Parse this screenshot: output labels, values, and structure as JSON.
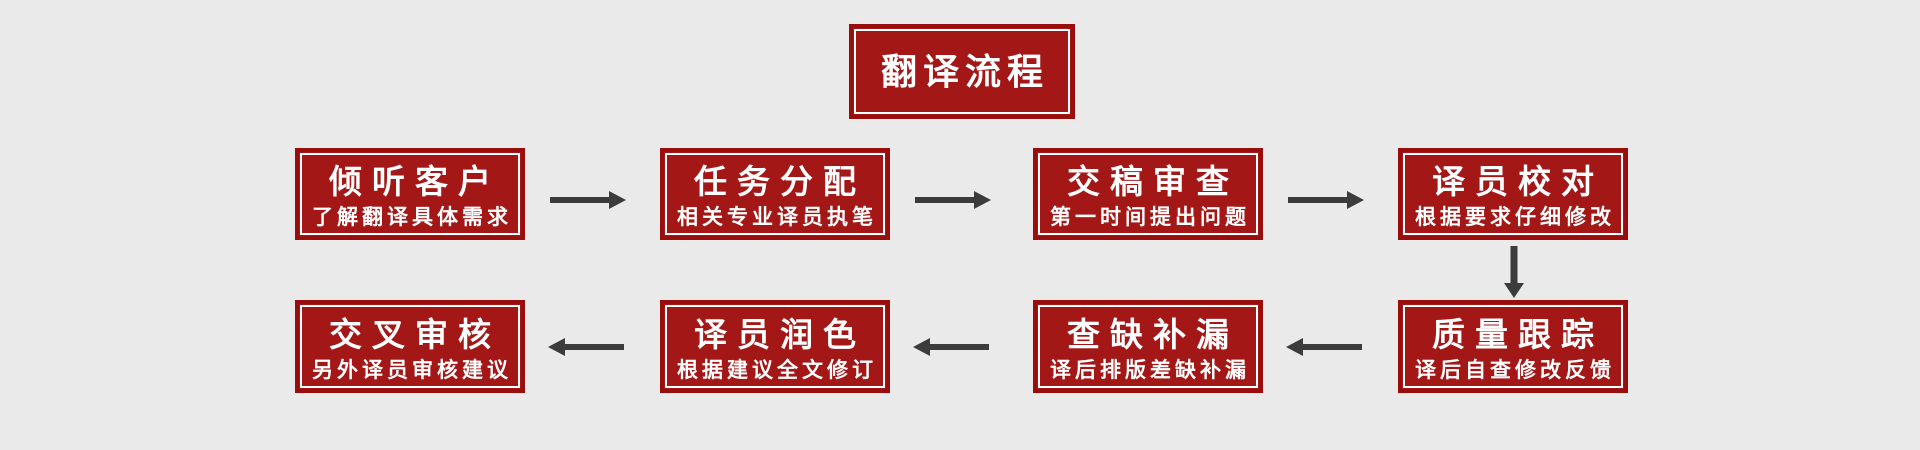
{
  "page": {
    "background": "#eaeaea",
    "description": "translation workflow flowchart banner"
  },
  "colors": {
    "box_fill": "#a31717",
    "box_border": "#990d0d",
    "box_text": "#ffffff",
    "arrow_color": "#3c3c3c",
    "page_bg": "#eaeaea"
  },
  "header": {
    "title": "翻译流程"
  },
  "flow": {
    "row1": [
      {
        "title": "倾听客户",
        "subtitle": "了解翻译具体需求"
      },
      {
        "title": "任务分配",
        "subtitle": "相关专业译员执笔"
      },
      {
        "title": "交稿审查",
        "subtitle": "第一时间提出问题"
      },
      {
        "title": "译员校对",
        "subtitle": "根据要求仔细修改"
      }
    ],
    "row2": [
      {
        "title": "交叉审核",
        "subtitle": "另外译员审核建议"
      },
      {
        "title": "译员润色",
        "subtitle": "根据建议全文修订"
      },
      {
        "title": "查缺补漏",
        "subtitle": "译后排版差缺补漏"
      },
      {
        "title": "质量跟踪",
        "subtitle": "译后自查修改反馈"
      }
    ],
    "row1_arrow_direction": "right",
    "row2_arrow_direction": "left",
    "connector_row1_to_row2": "down"
  }
}
